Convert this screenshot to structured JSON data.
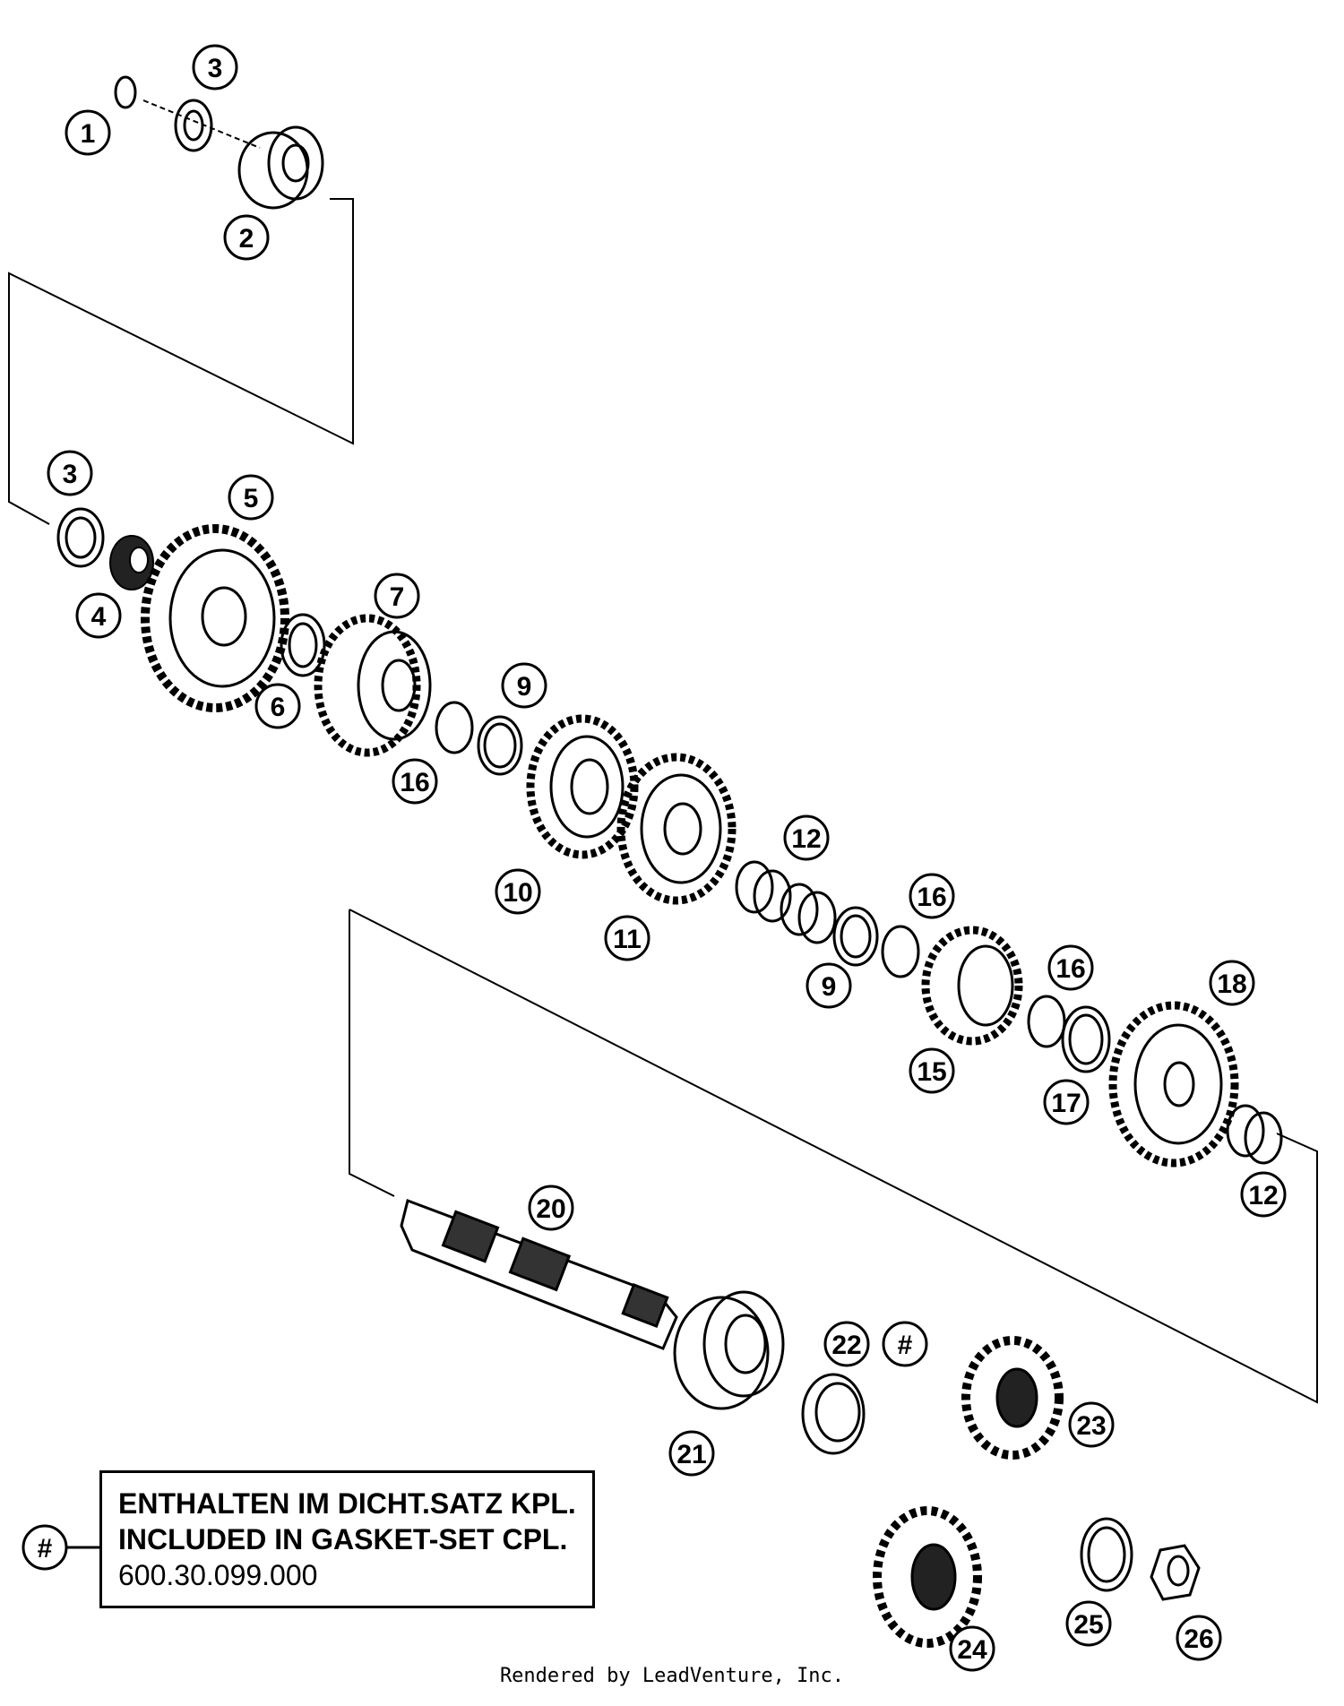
{
  "callouts": [
    "1",
    "2",
    "3",
    "3",
    "4",
    "5",
    "6",
    "7",
    "9",
    "16",
    "10",
    "11",
    "12",
    "9",
    "16",
    "15",
    "16",
    "18",
    "17",
    "12",
    "20",
    "22",
    "#",
    "21",
    "23",
    "24",
    "25",
    "26"
  ],
  "note": {
    "marker": "#",
    "line1": "ENTHALTEN IM DICHT.SATZ KPL.",
    "line2": "INCLUDED IN GASKET-SET CPL.",
    "line3": "600.30.099.000"
  },
  "footer": "Rendered by LeadVenture, Inc."
}
